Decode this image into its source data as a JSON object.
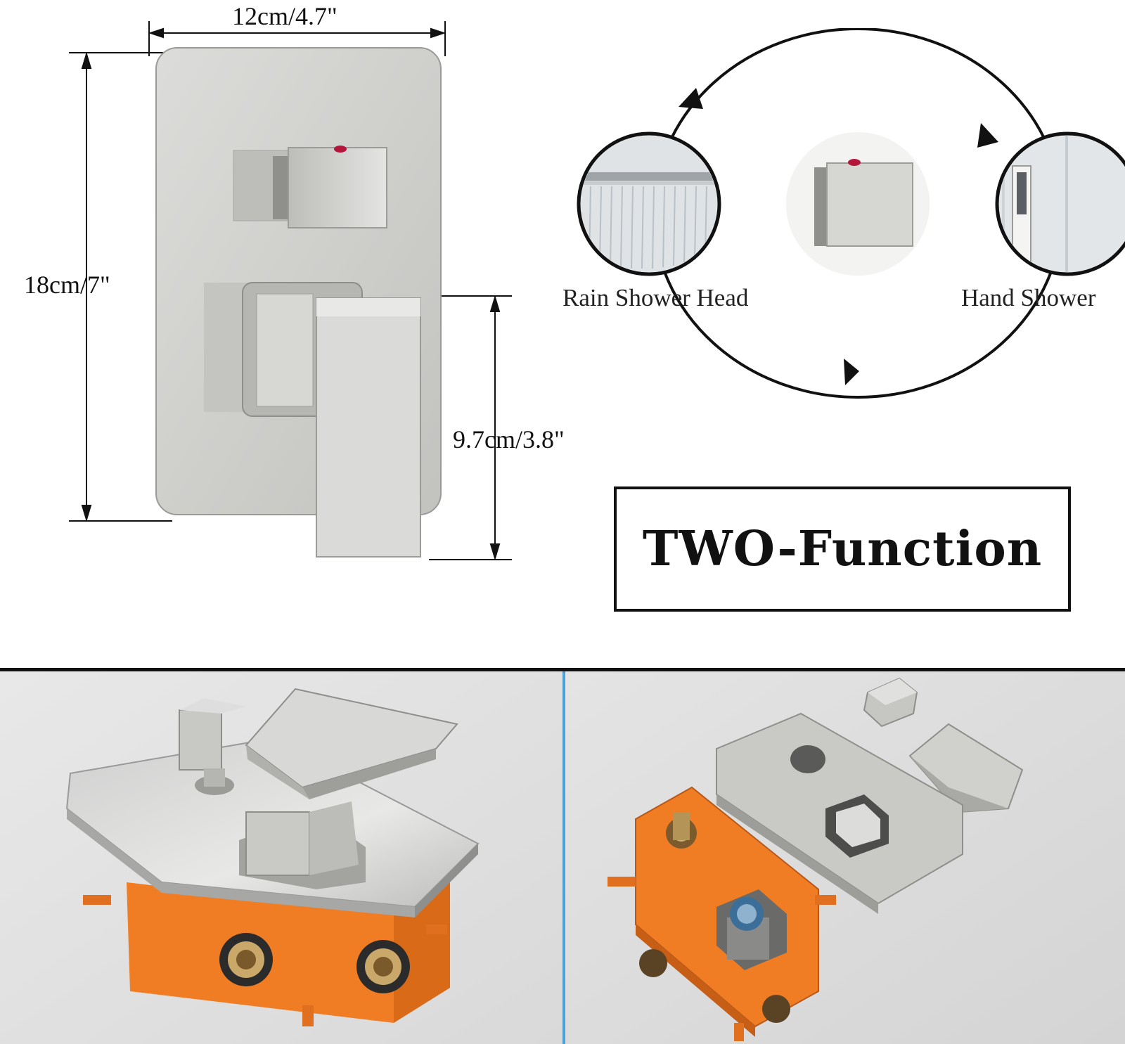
{
  "dimensions": {
    "width_label": "12cm/4.7\"",
    "height_label": "18cm/7\"",
    "handle_label": "9.7cm/3.8\""
  },
  "cycle": {
    "left_label": "Rain Shower Head",
    "right_label": "Hand Shower"
  },
  "function_label": "TWO-Function",
  "colors": {
    "steel": "#d2d2d0",
    "steel_dark": "#a9a9a6",
    "orange": "#f07d24",
    "divider_blue": "#4aa3d8",
    "background_photo": "#e6e6e6"
  }
}
